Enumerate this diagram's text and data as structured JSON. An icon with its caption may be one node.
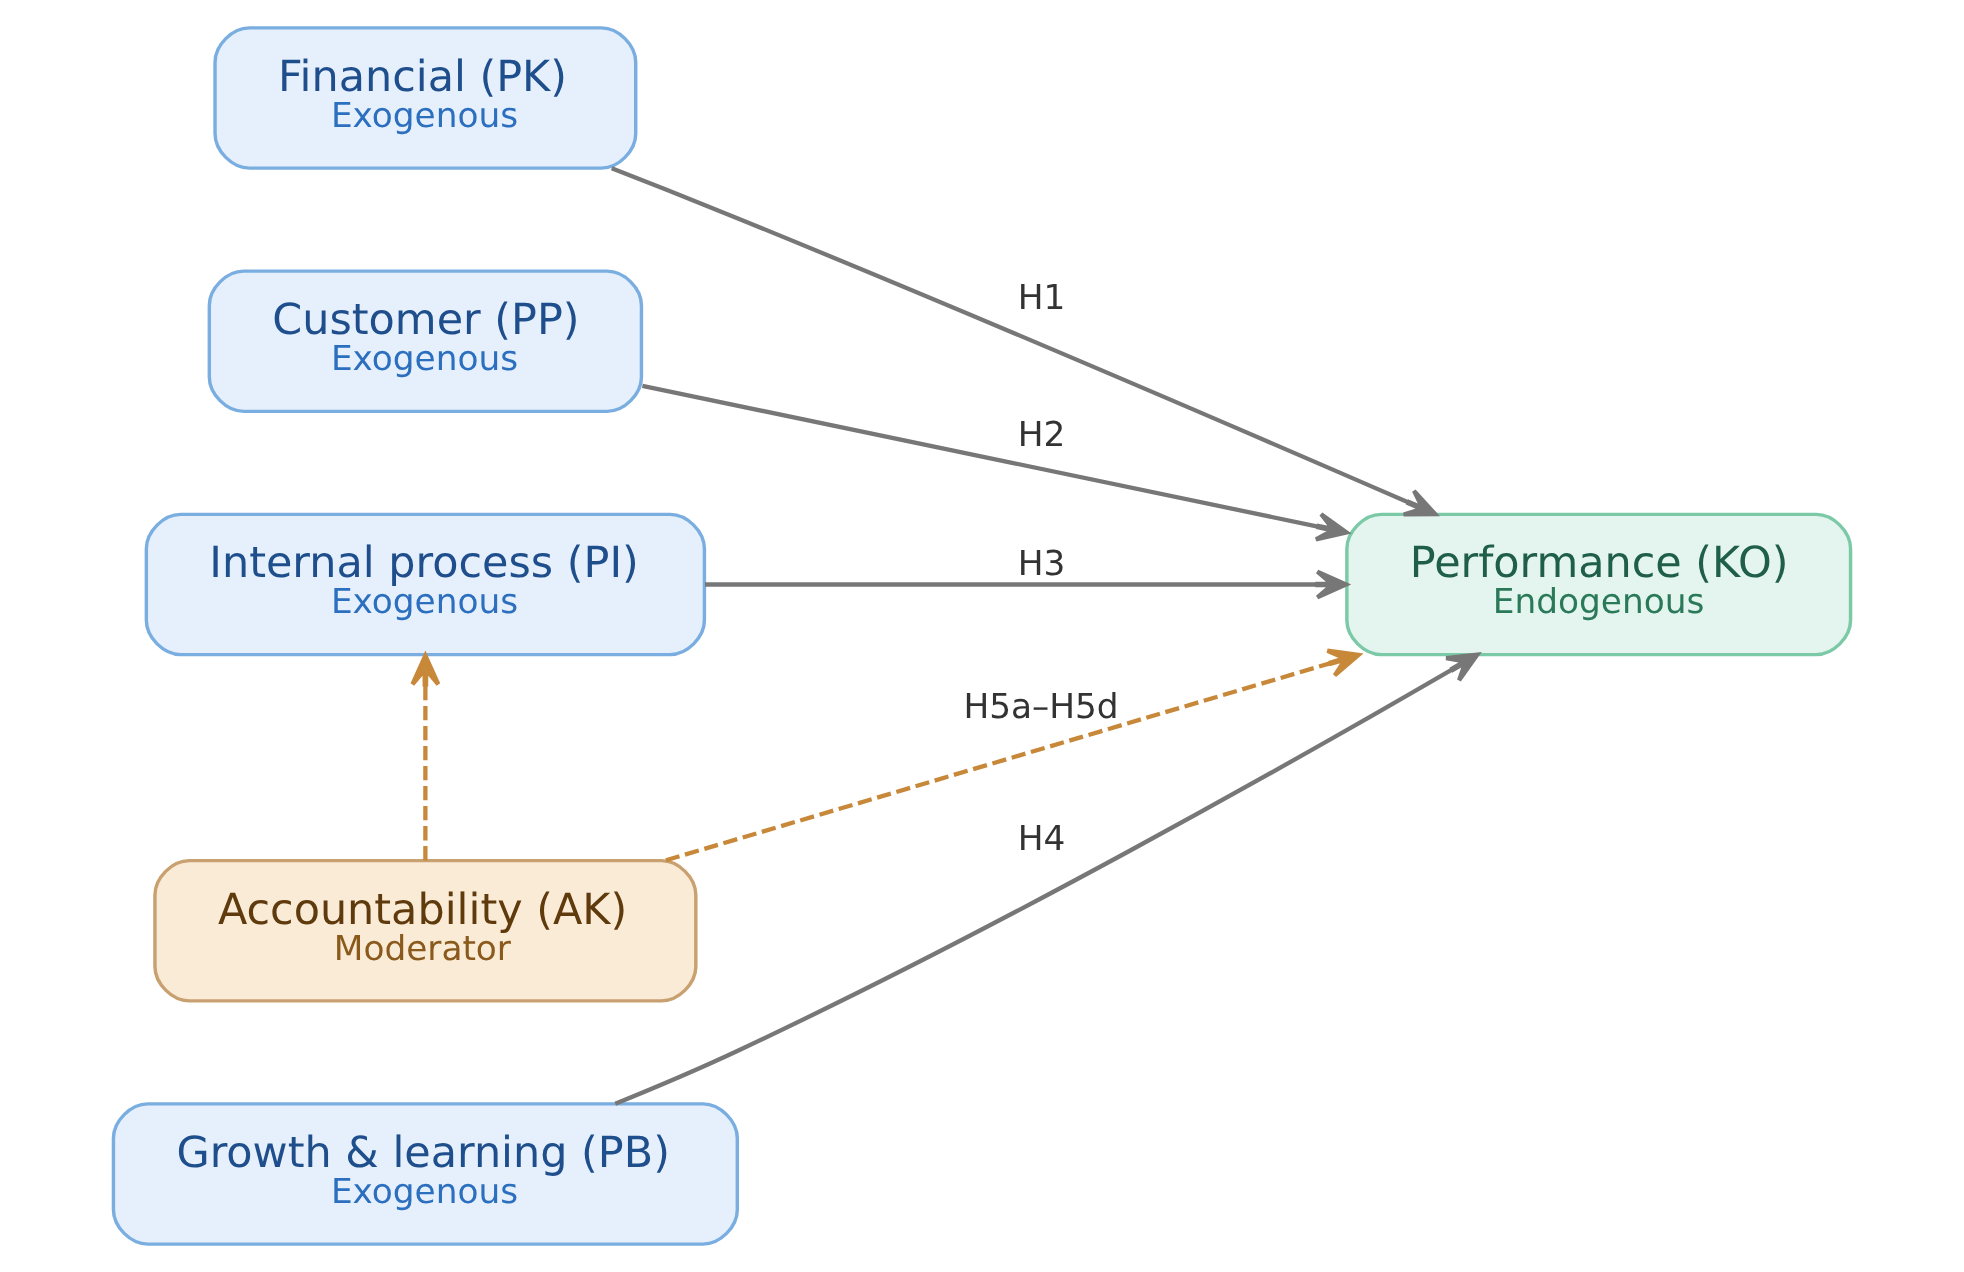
{
  "diagram": {
    "nodes": [
      {
        "text": [
          "Financial (PK)",
          "Exogenous"
        ]
      },
      {
        "text": [
          "Customer (PP)",
          "Exogenous"
        ]
      },
      {
        "text": [
          "Internal process (PI)",
          "Exogenous"
        ]
      },
      {
        "text": [
          "Growth & learning (PB)",
          "Exogenous"
        ]
      },
      {
        "text": [
          "Performance (KO)",
          "Endogenous"
        ]
      },
      {
        "text": [
          "Accountability (AK)",
          "Moderator"
        ]
      }
    ],
    "edges": [
      {
        "from": 0,
        "to": 4,
        "arrow": "to",
        "label": "H1"
      },
      {
        "from": 1,
        "to": 4,
        "arrow": "to",
        "label": "H2"
      },
      {
        "from": 2,
        "to": 4,
        "arrow": "to",
        "label": "H3"
      },
      {
        "from": 3,
        "to": 4,
        "arrow": "to",
        "label": "H4"
      },
      {
        "from": 5,
        "to": 2,
        "arrow": "to",
        "style": "dashed",
        "color": "#c8883a"
      },
      {
        "from": 5,
        "to": 4,
        "arrow": "to",
        "label": "H5a–H5d",
        "style": "dashed",
        "color": "#c8883a"
      }
    ]
  }
}
